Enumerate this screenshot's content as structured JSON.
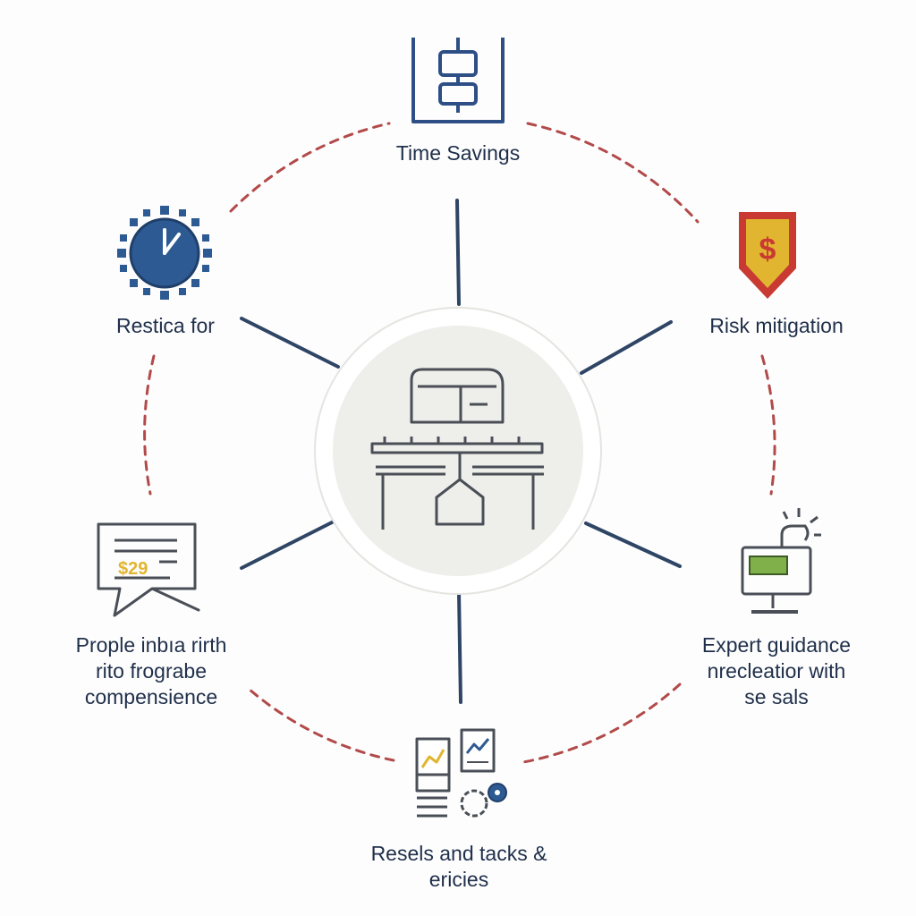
{
  "diagram": {
    "colors": {
      "ring": "#b24a4a",
      "spoke": "#2f4565",
      "icon_stroke": "#475569",
      "icon_blue": "#2d5a92",
      "accent_gold": "#e2b530",
      "accent_red": "#c83a32",
      "accent_green": "#7fb04a",
      "center_fill": "#eeeeea"
    },
    "nodes": [
      {
        "id": "top",
        "icon": "vertical-connector-icon",
        "lines": [
          "Time Savings"
        ]
      },
      {
        "id": "upper-left",
        "icon": "clock-gear-icon",
        "lines": [
          "Restica for"
        ]
      },
      {
        "id": "upper-right",
        "icon": "dollar-shield-icon",
        "lines": [
          "Risk mitigation"
        ]
      },
      {
        "id": "lower-left",
        "icon": "document-chat-icon",
        "icon_text": "$29",
        "lines": [
          "Prople inbıa rirth",
          "rito frograbe",
          "compensience"
        ]
      },
      {
        "id": "lower-right",
        "icon": "monitor-lamp-icon",
        "lines": [
          "Expert guidance",
          "nrecleatior with",
          "se sals"
        ]
      },
      {
        "id": "bottom",
        "icon": "reports-gears-icon",
        "lines": [
          "Resels and tacks &",
          "ericies"
        ]
      }
    ],
    "center": {
      "icon": "factory-workbench-icon"
    }
  }
}
